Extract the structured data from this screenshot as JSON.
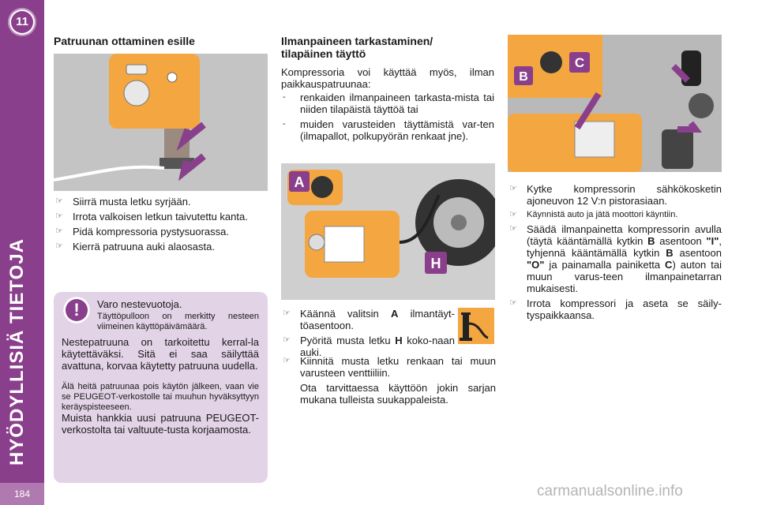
{
  "sidebar": {
    "chapter": "11",
    "title": "HYÖDYLLISIÄ TIETOJA",
    "page": "184"
  },
  "left": {
    "heading": "Patruunan ottaminen esille",
    "bullets": [
      "Siirrä musta letku syrjään.",
      "Irrota valkoisen letkun taivutettu kanta.",
      "Pidä kompressoria pystysuorassa.",
      "Kierrä patruuna auki alaosasta."
    ]
  },
  "warning": {
    "lead": "Varo nestevuotoja.",
    "lead_small": "Täyttöpulloon on merkitty nesteen viimeinen käyttöpäivämäärä.",
    "p1": "Nestepatruuna on tarkoitettu kerral-la käytettäväksi. Sitä ei saa säilyttää avattuna, korvaa käytetty patruuna uudella.",
    "p2": "Älä heitä patruunaa pois käytön jälkeen, vaan vie se PEUGEOT-verkostolle tai muuhun hyväksyttyyn keräyspisteeseen.",
    "p3": "Muista hankkia uusi patruuna PEUGEOT-verkostolta tai valtuute-tusta korjaamosta."
  },
  "middle": {
    "heading_1": "Ilmanpaineen tarkastaminen/",
    "heading_2": "tilapäinen täyttö",
    "intro": "Kompressoria voi käyttää myös, ilman paikkauspatruunaa:",
    "dashes": [
      "renkaiden ilmanpaineen tarkasta-mista tai niiden tilapäistä täyttöä tai",
      "muiden varusteiden täyttämistä var-ten (ilmapallot, polkupyörän renkaat jne)."
    ],
    "steps": {
      "s1_pre": "Käännä valitsin ",
      "s1_b": "A",
      "s1_post": " ilmantäyt-töasentoon.",
      "s2_pre": "Pyöritä musta letku ",
      "s2_b": "H",
      "s2_post": " koko-naan auki.",
      "s3": "Kiinnitä musta letku renkaan tai muun varusteen venttiiliin.",
      "s3_note": "Ota tarvittaessa käyttöön jokin sarjan mukana tulleista suukappaleista."
    },
    "img_labels": {
      "a": "A",
      "h": "H"
    }
  },
  "right": {
    "img_labels": {
      "b": "B",
      "c": "C"
    },
    "b1": "Kytke kompressorin sähkökosketin ajoneuvon 12 V:n pistorasiaan.",
    "b2": "Käynnistä auto ja jätä moottori käyntiin.",
    "b3": {
      "t1": "Säädä ilmanpainetta kompressorin avulla (täytä kääntämällä kytkin ",
      "k1": "B",
      "t2": " asentoon ",
      "k2": "\"I\"",
      "t3": ", tyhjennä kääntämällä kytkin ",
      "k3": "B",
      "t4": " asentoon ",
      "k4": "\"O\"",
      "t5": " ja painamalla painiketta ",
      "k5": "C",
      "t6": ") auton tai muun varus-teen ilmanpainetarran mukaisesti."
    },
    "b4": "Irrota kompressori ja aseta se säily-tyspaikkaansa."
  },
  "watermark": "carmanualsonline.info",
  "colors": {
    "sidebar": "#8a3f8c",
    "warn_bg": "#e2d3e6",
    "device": "#f4a640",
    "arrow": "#8a3f8c"
  }
}
